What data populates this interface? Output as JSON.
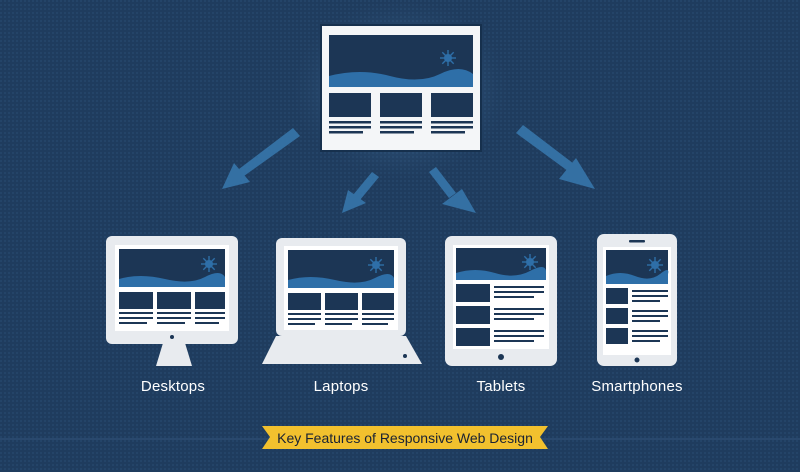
{
  "devices": [
    {
      "label": "Desktops"
    },
    {
      "label": "Laptops"
    },
    {
      "label": "Tablets"
    },
    {
      "label": "Smartphones"
    }
  ],
  "banner": {
    "text": "Key Features of Responsive Web Design"
  },
  "colors": {
    "background": "#1f3c5e",
    "screen_dark": "#1c3655",
    "accent_blue": "#2e6fa8",
    "device_frame": "#e8ebef",
    "arrow": "#3470a3",
    "banner_gold": "#f2c12e"
  }
}
